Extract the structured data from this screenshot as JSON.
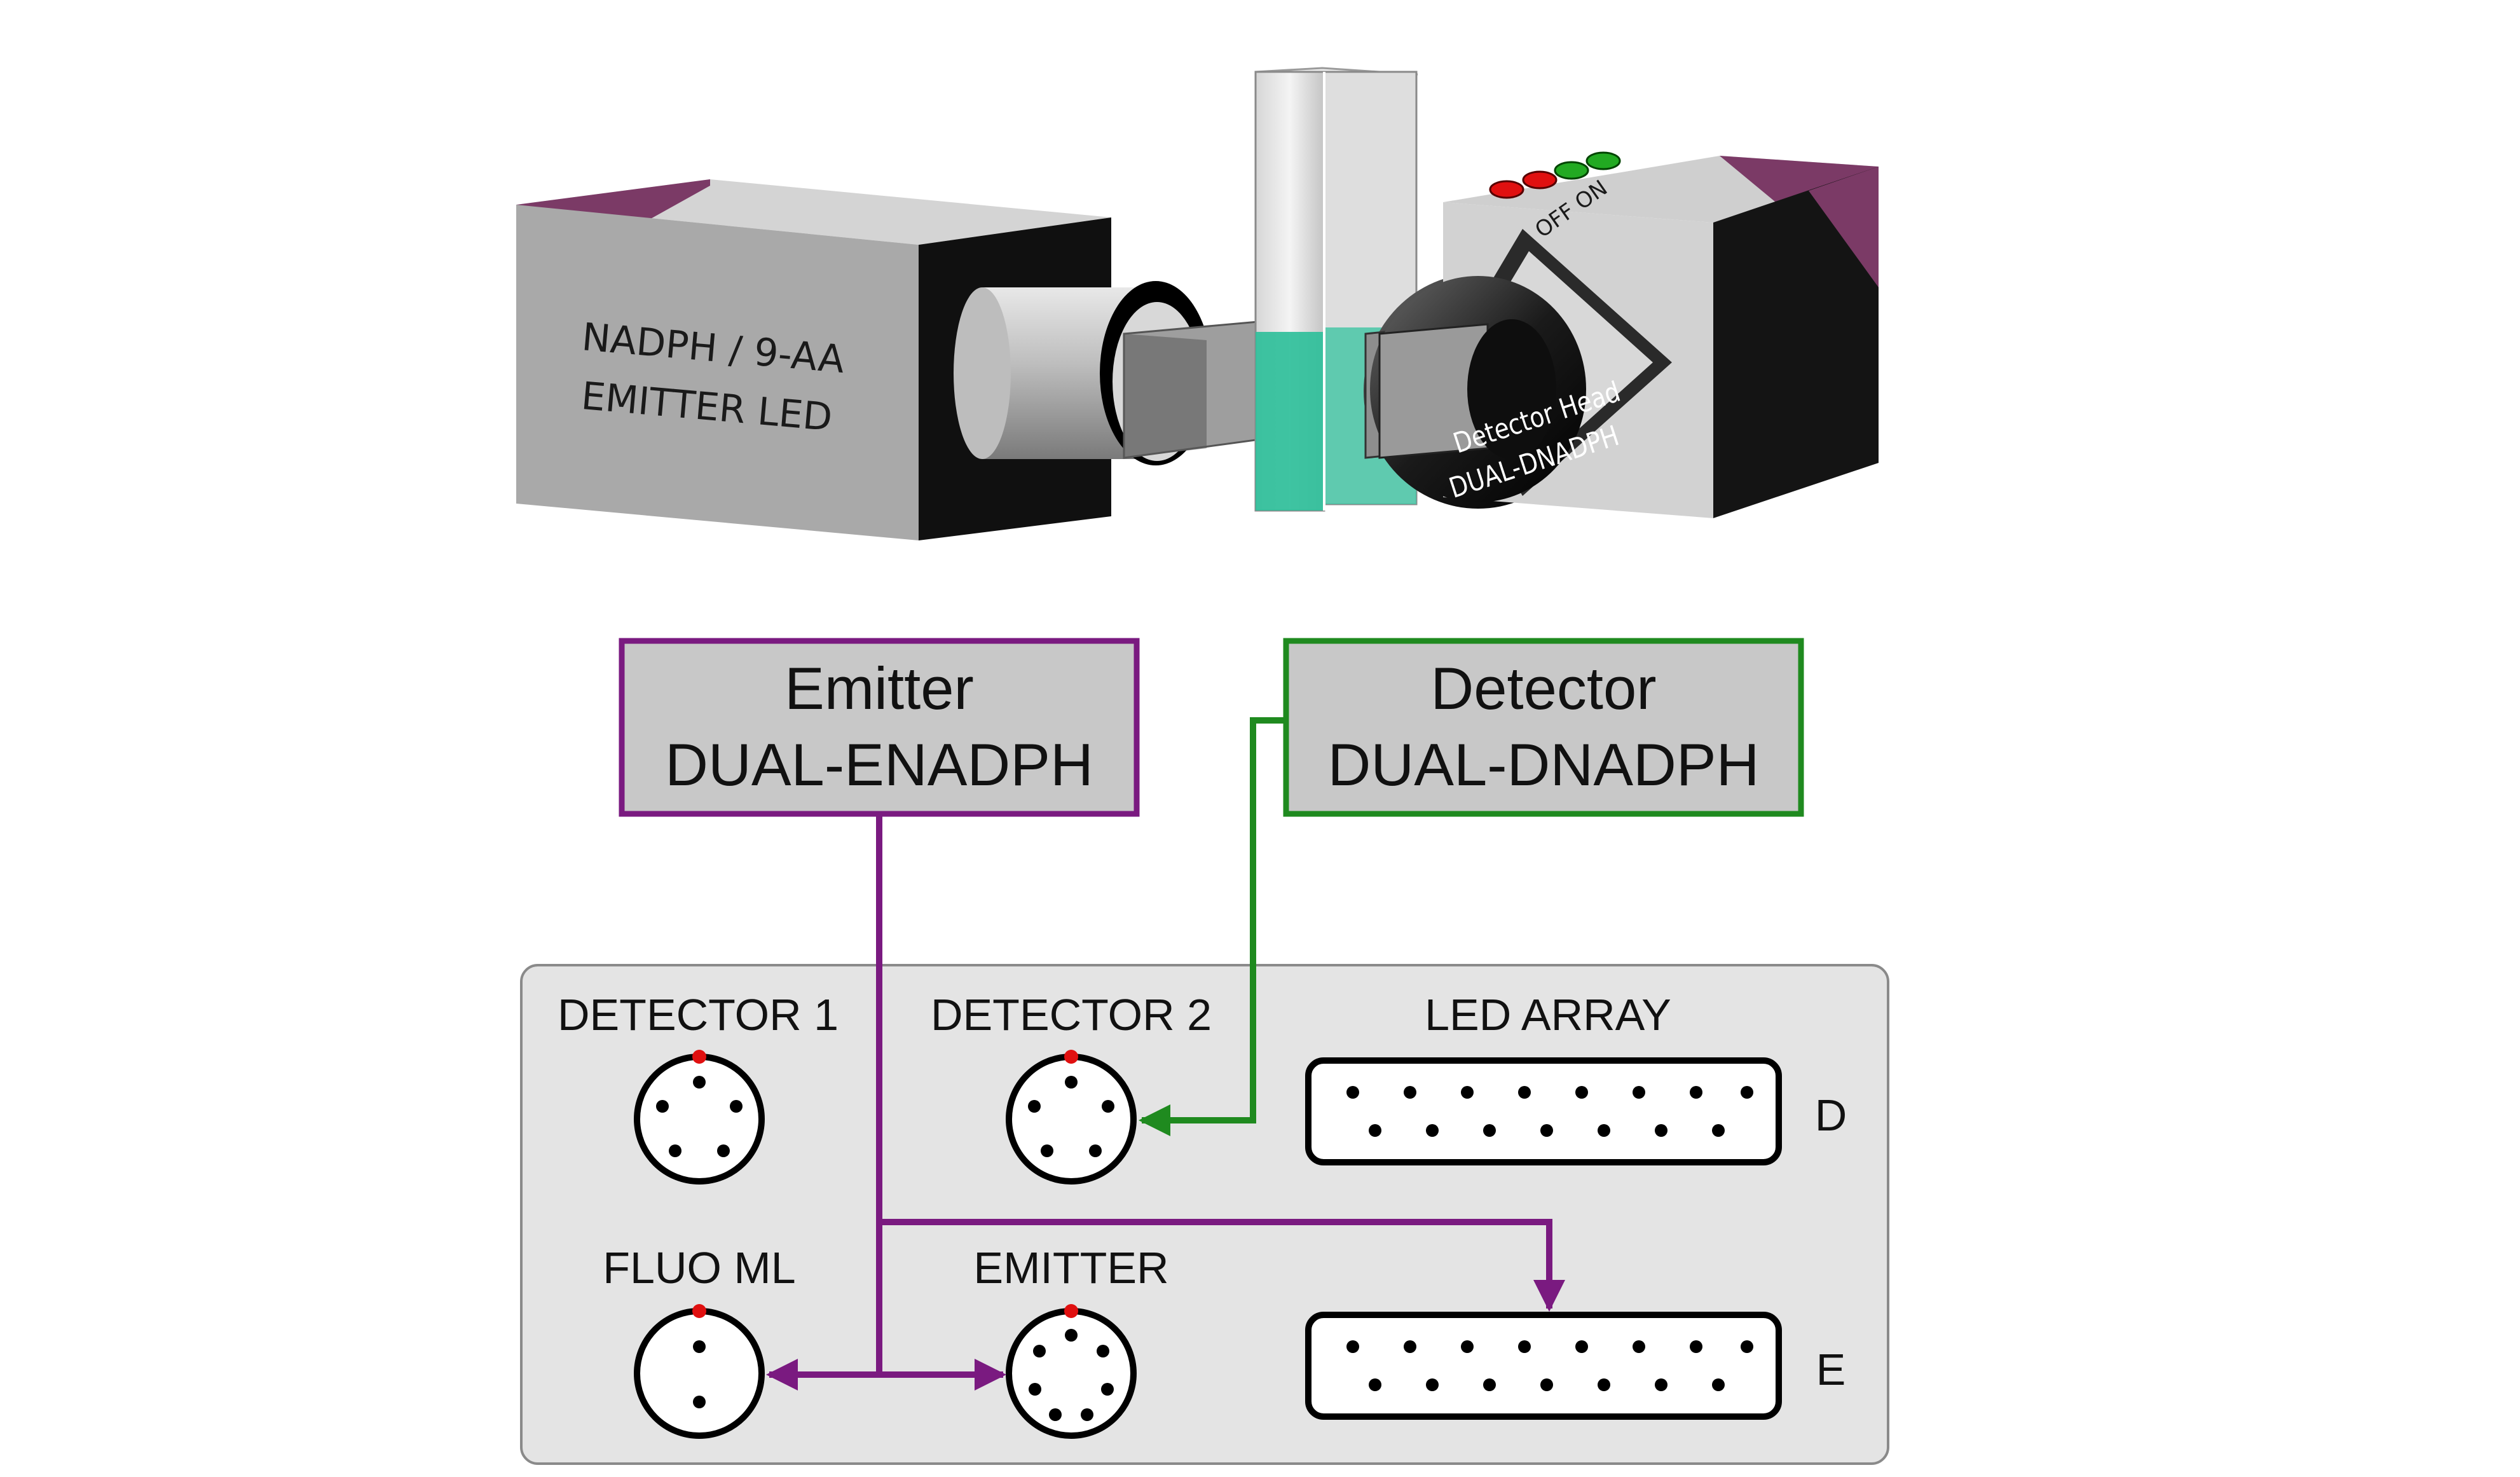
{
  "colors": {
    "emitter_accent": "#7a1a80",
    "detector_accent": "#1f8a1f",
    "device_purple": "#7b3a66",
    "box_fill": "#c8c8c8",
    "panel_fill": "#e4e4e4",
    "cuvette_liquid": "#2fbf9a",
    "led_red": "#e01010",
    "led_green": "#22aa22"
  },
  "device": {
    "emitter_block": {
      "line1": "NADPH / 9-AA",
      "line2": "EMITTER   LED"
    },
    "detector_block": {
      "line1": "Detector Head",
      "line2": "DUAL-DNADPH",
      "switch_text": "OFF ON"
    }
  },
  "boxes": {
    "emitter": {
      "line1": "Emitter",
      "line2": "DUAL-ENADPH"
    },
    "detector": {
      "line1": "Detector",
      "line2": "DUAL-DNADPH"
    }
  },
  "panel": {
    "detector1": "DETECTOR 1",
    "detector2": "DETECTOR 2",
    "led_array": "LED ARRAY",
    "fluo_ml": "FLUO ML",
    "emitter": "EMITTER",
    "d_label": "D",
    "e_label": "E"
  }
}
